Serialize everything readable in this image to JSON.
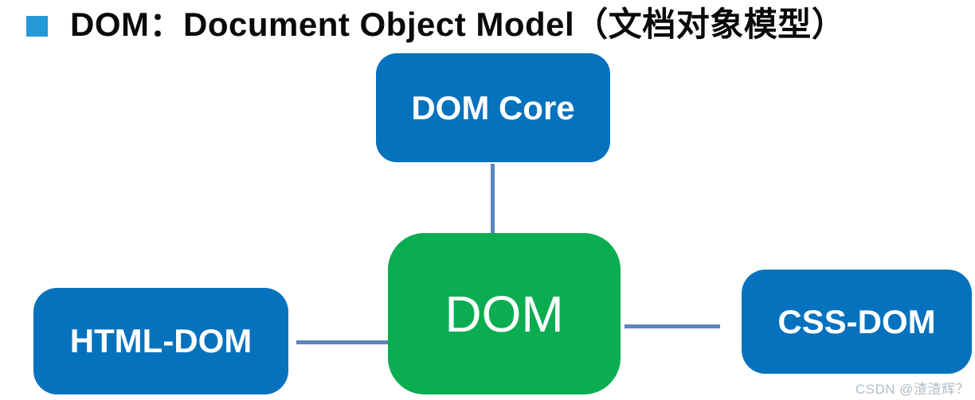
{
  "title": {
    "text": "DOM：Document Object Model（文档对象模型）",
    "bullet_color": "#2599d5",
    "text_color": "#0a0a0a"
  },
  "diagram": {
    "nodes": [
      {
        "id": "dom-core",
        "label": "DOM Core",
        "shape": "rounded-rectangle",
        "color": "#0572be",
        "text_color": "#ffffff",
        "position": "top"
      },
      {
        "id": "dom",
        "label": "DOM",
        "shape": "rounded-rectangle",
        "color": "#0bad51",
        "text_color": "#ffffff",
        "position": "center"
      },
      {
        "id": "html-dom",
        "label": "HTML-DOM",
        "shape": "rounded-rectangle",
        "color": "#0572be",
        "text_color": "#ffffff",
        "position": "left"
      },
      {
        "id": "css-dom",
        "label": "CSS-DOM",
        "shape": "rounded-rectangle",
        "color": "#0572be",
        "text_color": "#ffffff",
        "position": "right"
      }
    ],
    "edges": [
      {
        "from": "dom-core",
        "to": "dom",
        "orientation": "vertical"
      },
      {
        "from": "html-dom",
        "to": "dom",
        "orientation": "horizontal"
      },
      {
        "from": "dom",
        "to": "css-dom",
        "orientation": "horizontal"
      }
    ],
    "connector_color": "#5b87be"
  },
  "watermark": {
    "text": "CSDN @渣渣辉？",
    "color": "#b3bcc4"
  }
}
